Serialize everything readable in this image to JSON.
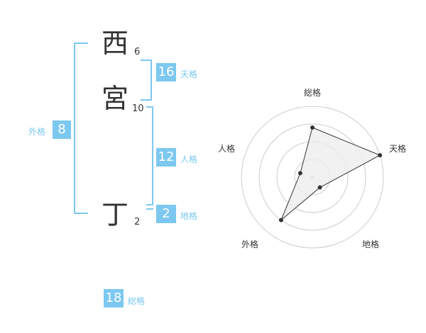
{
  "name": {
    "chars": [
      {
        "char": "西",
        "strokes": "6"
      },
      {
        "char": "宮",
        "strokes": "10"
      },
      {
        "char": "丁",
        "strokes": "2"
      }
    ]
  },
  "kakusu": {
    "tenkaku": {
      "value": "16",
      "label": "天格"
    },
    "jinkaku": {
      "value": "12",
      "label": "人格"
    },
    "chikaku": {
      "value": "2",
      "label": "地格"
    },
    "gaikaku": {
      "value": "8",
      "label": "外格"
    },
    "soukaku": {
      "value": "18",
      "label": "総格"
    }
  },
  "radar": {
    "axes": [
      "総格",
      "天格",
      "地格",
      "外格",
      "人格"
    ],
    "values": [
      0.7,
      1.0,
      0.18,
      0.75,
      0.18
    ],
    "colors": {
      "grid": "#cccccc",
      "fill": "#eeeeee",
      "line": "#333333"
    }
  }
}
